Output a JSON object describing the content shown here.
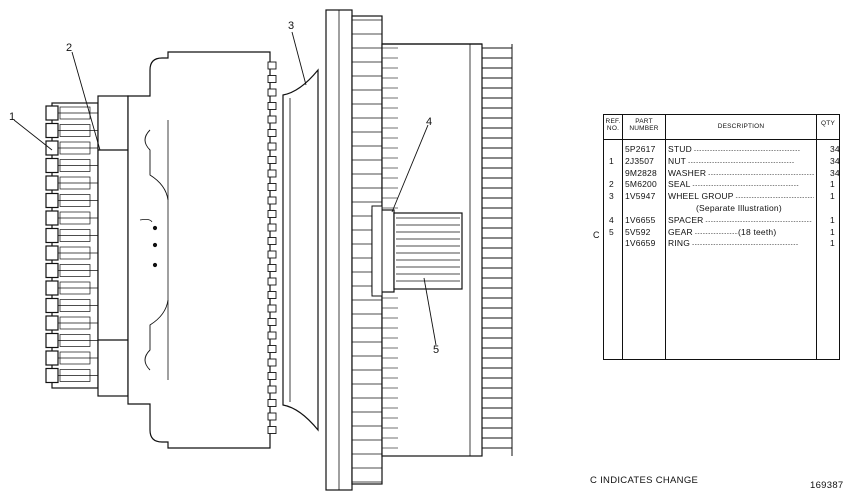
{
  "callouts": [
    "1",
    "2",
    "3",
    "4",
    "5"
  ],
  "table": {
    "headers": {
      "ref": "REF.\nNO.",
      "part": "PART\nNUMBER",
      "desc": "DESCRIPTION",
      "qty": "QTY"
    },
    "rows": [
      {
        "ref": "",
        "part": "5P2617",
        "desc": "STUD",
        "qty": "34"
      },
      {
        "ref": "1",
        "part": "2J3507",
        "desc": "NUT",
        "qty": "34"
      },
      {
        "ref": "",
        "part": "9M2828",
        "desc": "WASHER",
        "qty": "34"
      },
      {
        "ref": "2",
        "part": "5M6200",
        "desc": "SEAL",
        "qty": "1"
      },
      {
        "ref": "3",
        "part": "1V5947",
        "desc": "WHEEL GROUP",
        "qty": "1"
      },
      {
        "ref": "",
        "part": "",
        "desc": "(Separate Illustration)",
        "qty": ""
      },
      {
        "ref": "4",
        "part": "1V6655",
        "desc": "SPACER",
        "qty": "1"
      },
      {
        "ref": "5",
        "part": "5V592",
        "desc": "GEAR",
        "note": "(18 teeth)",
        "qty": "1"
      },
      {
        "ref": "",
        "part": "1V6659",
        "desc": "RING",
        "qty": "1"
      }
    ],
    "change_marker": "C"
  },
  "footer": {
    "change_note": "C INDICATES CHANGE",
    "drawing_number": "169387"
  }
}
